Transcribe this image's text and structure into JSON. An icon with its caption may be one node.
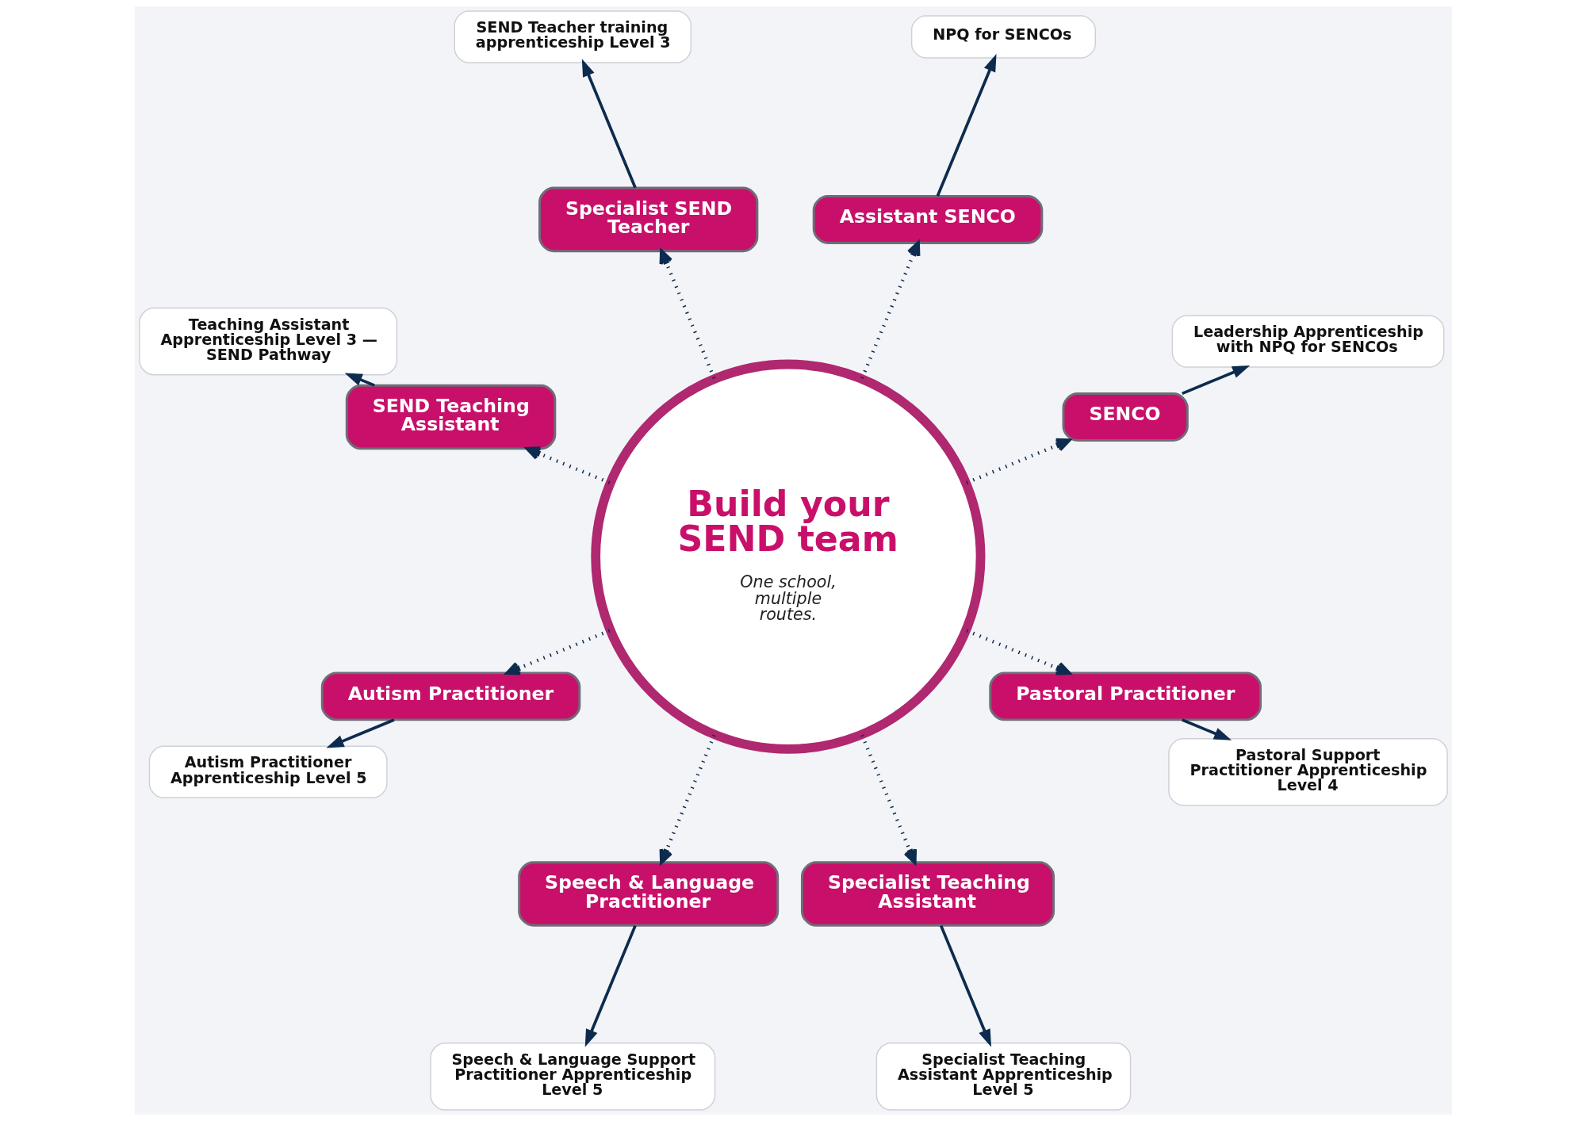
{
  "diagram": {
    "nodes": [
      {
        "text": [
          "Build your SEND team",
          "One school, multiple routes."
        ]
      },
      {
        "text": [
          "SENCO"
        ]
      },
      {
        "text": [
          "Leadership Apprenticeship with NPQ for SENCOs"
        ]
      },
      {
        "text": [
          "Assistant SENCO"
        ]
      },
      {
        "text": [
          "NPQ for SENCOs"
        ]
      },
      {
        "text": [
          "Specialist SEND Teacher"
        ]
      },
      {
        "text": [
          "SEND Teacher training apprenticeship Level 3"
        ]
      },
      {
        "text": [
          "SEND Teaching Assistant"
        ]
      },
      {
        "text": [
          "Teaching Assistant Apprenticeship Level 3 — SEND Pathway"
        ]
      },
      {
        "text": [
          "Autism Practitioner"
        ]
      },
      {
        "text": [
          "Autism Practitioner Apprenticeship Level 5"
        ]
      },
      {
        "text": [
          "Speech & Language Practitioner"
        ]
      },
      {
        "text": [
          "Speech & Language Support Practitioner Apprenticeship Level 5"
        ]
      },
      {
        "text": [
          "Specialist Teaching Assistant"
        ]
      },
      {
        "text": [
          "Specialist Teaching Assistant Apprenticeship Level 5"
        ]
      },
      {
        "text": [
          "Pastoral Practitioner"
        ]
      },
      {
        "text": [
          "Pastoral Support Practitioner Apprenticeship Level 4"
        ]
      }
    ],
    "edges": [
      {
        "from": 0,
        "to": 1,
        "arrow": "to",
        "style": "dashed"
      },
      {
        "from": 0,
        "to": 3,
        "arrow": "to",
        "style": "dashed"
      },
      {
        "from": 0,
        "to": 5,
        "arrow": "to",
        "style": "dashed"
      },
      {
        "from": 0,
        "to": 7,
        "arrow": "to",
        "style": "dashed"
      },
      {
        "from": 0,
        "to": 9,
        "arrow": "to",
        "style": "dashed"
      },
      {
        "from": 0,
        "to": 11,
        "arrow": "to",
        "style": "dashed"
      },
      {
        "from": 0,
        "to": 13,
        "arrow": "to",
        "style": "dashed"
      },
      {
        "from": 0,
        "to": 15,
        "arrow": "to",
        "style": "dashed"
      },
      {
        "from": 1,
        "to": 2,
        "arrow": "to"
      },
      {
        "from": 3,
        "to": 4,
        "arrow": "to"
      },
      {
        "from": 5,
        "to": 6,
        "arrow": "to"
      },
      {
        "from": 7,
        "to": 8,
        "arrow": "to"
      },
      {
        "from": 9,
        "to": 10,
        "arrow": "to"
      },
      {
        "from": 11,
        "to": 12,
        "arrow": "to"
      },
      {
        "from": 13,
        "to": 14,
        "arrow": "to"
      },
      {
        "from": 15,
        "to": 16,
        "arrow": "to"
      }
    ]
  }
}
